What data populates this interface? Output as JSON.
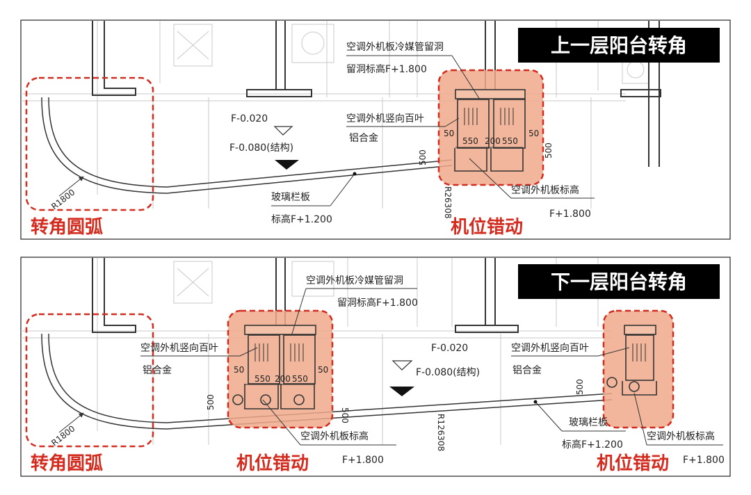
{
  "colors": {
    "annotation_red": "#d42b1f",
    "highlight_fill": "#eea98a",
    "banner_bg": "#000000",
    "line": "#333333",
    "faint_line": "#bfbfbf"
  },
  "panels": [
    {
      "banner": "上一层阳台转角",
      "corner_label": "转角圆弧",
      "offset_labels": [
        "机位错动"
      ],
      "radius_label": "R1800",
      "texts": {
        "drain_note_1": "空调外机板冷媒管留洞",
        "drain_note_2": "留洞标高F+1.800",
        "louver_1": "空调外机竖向百叶",
        "louver_2": "铝合金",
        "level_1": "F-0.020",
        "level_2": "F-0.080(结构)",
        "glass_1": "玻璃栏板",
        "glass_2": "标高F+1.200",
        "slab_1": "空调外机板标高",
        "slab_2": "F+1.800",
        "big_radius": "R26308",
        "dim_550a": "550",
        "dim_200": "200",
        "dim_550b": "550",
        "dim_50a": "50",
        "dim_50b": "50",
        "dim_500a": "500",
        "dim_500b": "500"
      }
    },
    {
      "banner": "下一层阳台转角",
      "corner_label": "转角圆弧",
      "offset_labels": [
        "机位错动",
        "机位错动"
      ],
      "radius_label": "R1800",
      "texts": {
        "drain_note_1": "空调外机板冷媒管留洞",
        "drain_note_2": "留洞标高F+1.800",
        "louver_1": "空调外机竖向百叶",
        "louver_2": "铝合金",
        "louver_b1": "空调外机竖向百叶",
        "louver_b2": "铝合金",
        "level_1": "F-0.020",
        "level_2": "F-0.080(结构)",
        "glass_1": "玻璃栏板",
        "glass_2": "标高F+1.200",
        "slab_1": "空调外机板标高",
        "slab_2": "F+1.800",
        "slab_b1": "空调外机板标高",
        "slab_b2": "F+1.800",
        "big_radius": "R126308",
        "dim_550a": "550",
        "dim_200": "200",
        "dim_550b": "550",
        "dim_50a": "50",
        "dim_50b": "50",
        "dim_500a": "500",
        "dim_500b": "500",
        "dim_500c": "500"
      }
    }
  ]
}
